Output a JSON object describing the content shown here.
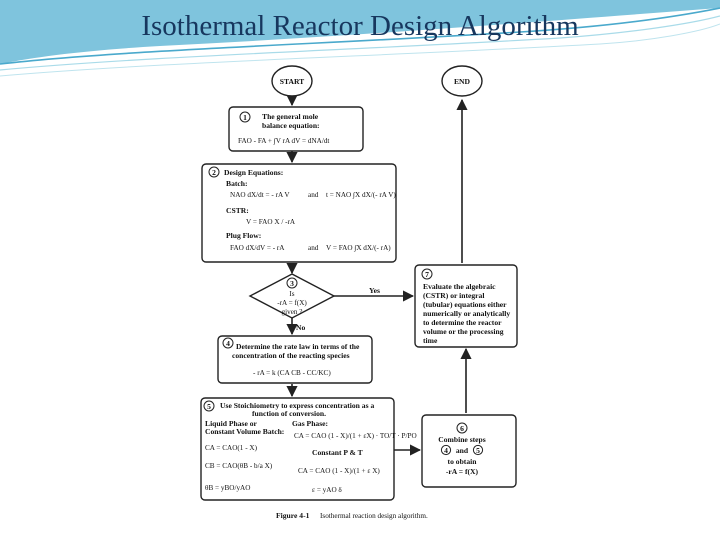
{
  "slide": {
    "title": "Isothermal Reactor Design Algorithm"
  },
  "nodes": {
    "start": "START",
    "end": "END",
    "step1": {
      "num": "1",
      "lines": [
        "The general mole",
        "balance equation:"
      ],
      "eq": "FAO - FA + ∫V rA dV = dNA/dt"
    },
    "step2": {
      "num": "2",
      "heading": "Design Equations:",
      "batch_label": "Batch:",
      "batch_eq1": "NAO dX/dt = - rA V",
      "batch_and": "and",
      "batch_eq2": "t = NAO ∫X dX/(- rA V)",
      "cstr_label": "CSTR:",
      "cstr_eq": "V = FAO X / -rA",
      "pfr_label": "Plug Flow:",
      "pfr_eq1": "FAO dX/dV = - rA",
      "pfr_and": "and",
      "pfr_eq2": "V = FAO ∫X dX/(- rA)"
    },
    "step3": {
      "num": "3",
      "lines": [
        "Is",
        "-rA = f(X)",
        "given ?"
      ],
      "yes": "Yes",
      "no": "No"
    },
    "step4": {
      "num": "4",
      "lines": [
        "Determine the rate law in terms of the",
        "concentration of the reacting species"
      ],
      "eq": "- rA = k (CA CB - CC/KC)"
    },
    "step5": {
      "num": "5",
      "lines": [
        "Use Stoichiometry to express concentration as a",
        "function of conversion."
      ],
      "liquid_label": [
        "Liquid Phase or",
        "Constant Volume Batch:"
      ],
      "liquid_eq1": "CA = CAO(1 - X)",
      "liquid_eq2": "CB = CAO(θB - b/a X)",
      "liquid_eq3": "θB = yBO/yAO",
      "gas_label": "Gas Phase:",
      "gas_eq1": "CA = CAO (1 - X)/(1 + εX) · TO/T · P/PO",
      "gas_sub": "Constant P & T",
      "gas_eq2": "CA = CAO (1 - X)/(1 + ε X)",
      "gas_eq3": "ε = yAO δ"
    },
    "step6": {
      "num": "6",
      "lines": [
        "Combine steps",
        "and",
        "to obtain",
        "-rA = f(X)"
      ],
      "ref_a": "4",
      "ref_b": "5"
    },
    "step7": {
      "num": "7",
      "lines": [
        "Evaluate the algebraic",
        "(CSTR) or integral",
        "(tubular) equations either",
        "numerically or analytically",
        "to determine the reactor",
        "volume or the processing",
        "time"
      ]
    }
  },
  "caption": {
    "label": "Figure 4-1",
    "text": "Isothermal reaction design algorithm."
  }
}
